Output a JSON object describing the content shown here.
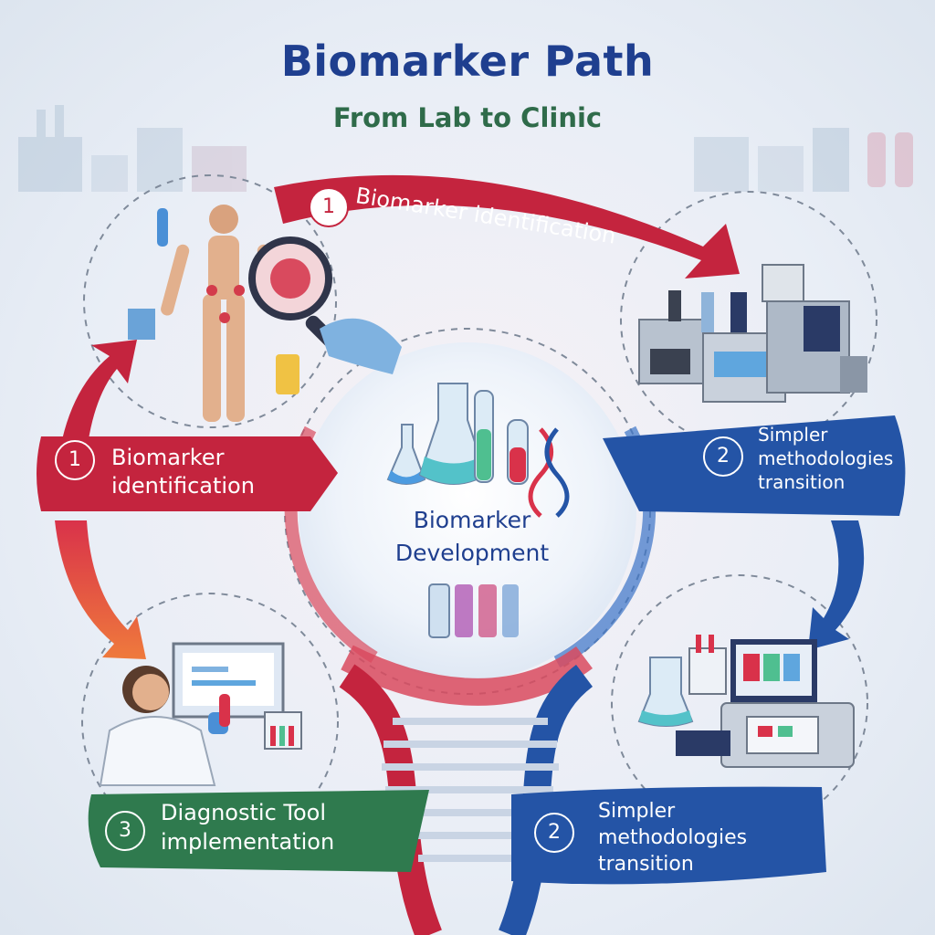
{
  "header": {
    "title": "Biomarker Path",
    "subtitle": "From Lab to Clinic"
  },
  "center": {
    "line1": "Biomarker",
    "line2": "Development"
  },
  "steps": {
    "top_arrow": {
      "number": "1",
      "text": "Biomarker identification"
    },
    "left_banner": {
      "number": "1",
      "line1": "Biomarker",
      "line2": "identification"
    },
    "right_banner": {
      "number": "2",
      "line1": "Simpler",
      "line2": "methodologies",
      "line3": "transition"
    },
    "bottom_left_banner": {
      "number": "3",
      "line1": "Diagnostic Tool",
      "line2": "implementation"
    },
    "bottom_right_banner": {
      "number": "2",
      "line1": "Simpler",
      "line2": "methodologies",
      "line3": "transition"
    }
  },
  "colors": {
    "red": "#c4243e",
    "blue": "#2454a6",
    "green": "#2f7a4e",
    "orange": "#e8613a",
    "title": "#1f3f8f"
  }
}
